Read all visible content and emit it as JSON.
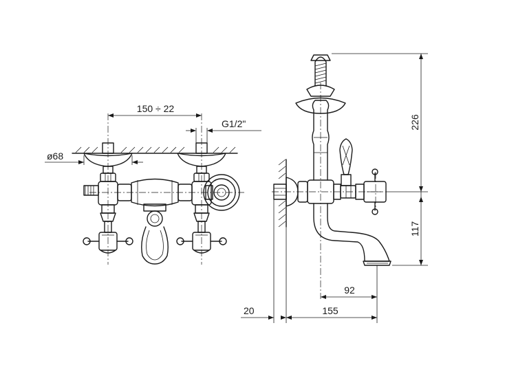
{
  "dimensions": {
    "center_distance": "150 ÷ 22",
    "diameter": "ø68",
    "thread": "G1/2\"",
    "total_height": "226",
    "spout_height": "117",
    "spout_reach_inner": "92",
    "spout_reach_outer": "155",
    "wall_offset": "20"
  }
}
